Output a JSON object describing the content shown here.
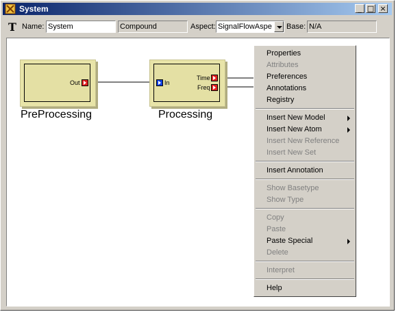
{
  "window": {
    "title": "System",
    "minimize": "_",
    "maximize": "□",
    "close": "×"
  },
  "toolbar": {
    "name_label": "Name:",
    "name_value": "System",
    "kind_value": "Compound",
    "aspect_label": "Aspect:",
    "aspect_value": "SignalFlowAspe",
    "base_label": "Base:",
    "base_value": "N/A"
  },
  "models": [
    {
      "name": "PreProcessing",
      "ports_out": [
        "Out"
      ],
      "ports_in": []
    },
    {
      "name": "Processing",
      "ports_out": [
        "Time",
        "Freq"
      ],
      "ports_in": [
        "In"
      ]
    }
  ],
  "context_menu": {
    "items": [
      {
        "label": "Properties",
        "enabled": true
      },
      {
        "label": "Attributes",
        "enabled": false
      },
      {
        "label": "Preferences",
        "enabled": true
      },
      {
        "label": "Annotations",
        "enabled": true
      },
      {
        "label": "Registry",
        "enabled": true
      },
      {
        "label": "Insert New Model",
        "enabled": true,
        "submenu": true
      },
      {
        "label": "Insert New Atom",
        "enabled": true,
        "submenu": true
      },
      {
        "label": "Insert New Reference",
        "enabled": false
      },
      {
        "label": "Insert New Set",
        "enabled": false
      },
      {
        "label": "Insert Annotation",
        "enabled": true
      },
      {
        "label": "Show Basetype",
        "enabled": false
      },
      {
        "label": "Show Type",
        "enabled": false
      },
      {
        "label": "Copy",
        "enabled": false
      },
      {
        "label": "Paste",
        "enabled": false
      },
      {
        "label": "Paste Special",
        "enabled": true,
        "submenu": true
      },
      {
        "label": "Delete",
        "enabled": false
      },
      {
        "label": "Interpret",
        "enabled": false
      },
      {
        "label": "Help",
        "enabled": true
      }
    ]
  },
  "colors": {
    "title_start": "#0a246a",
    "title_end": "#a6caf0",
    "model_fill": "#e8e4a8",
    "port_out": "#e02020",
    "port_in": "#1040e0"
  }
}
